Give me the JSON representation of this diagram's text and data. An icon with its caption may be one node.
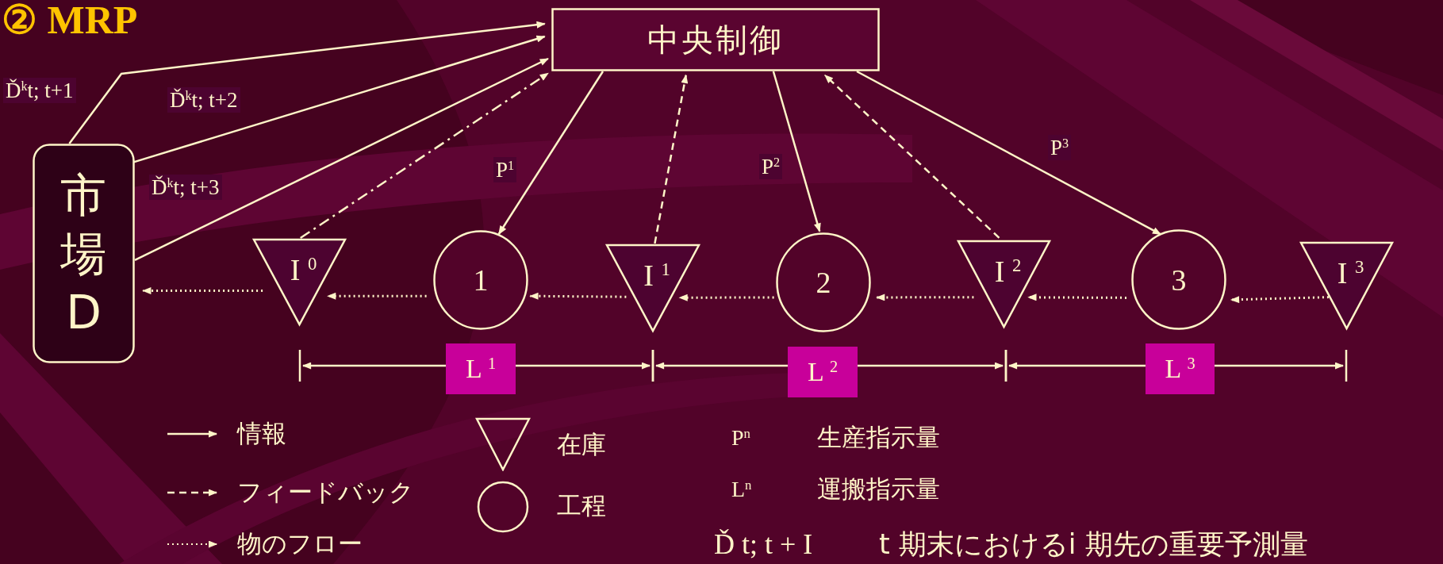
{
  "diagram": {
    "title": "② MRP",
    "nodes": [
      {
        "text": [
          "中央制御"
        ]
      },
      {
        "text": [
          "市場D"
        ]
      },
      {
        "text": [
          "I $^{0}$"
        ]
      },
      {
        "text": [
          "1"
        ]
      },
      {
        "text": [
          "I $^{1}$"
        ]
      },
      {
        "text": [
          "2"
        ]
      },
      {
        "text": [
          "I $^{2}$"
        ]
      },
      {
        "text": [
          "3"
        ]
      },
      {
        "text": [
          "I $^{3}$"
        ]
      },
      {
        "text": [
          "L $^{1}$"
        ]
      },
      {
        "text": [
          "L $^{2}$"
        ]
      },
      {
        "text": [
          "L $^{3}$"
        ]
      }
    ],
    "edges": [
      {
        "from": 1,
        "to": 0,
        "arrow": "to",
        "label": "Ď$^{k}$t; t+1"
      },
      {
        "from": 1,
        "to": 0,
        "arrow": "to",
        "label": "Ď$^{k}$t; t+2"
      },
      {
        "from": 1,
        "to": 0,
        "arrow": "to",
        "label": "Ď$^{k}$t; t+3"
      },
      {
        "from": 2,
        "to": 0,
        "arrow": "to",
        "style": "dashed"
      },
      {
        "from": 0,
        "to": 3,
        "arrow": "to",
        "label": "P$^{1}$"
      },
      {
        "from": 4,
        "to": 0,
        "arrow": "to",
        "style": "dashed"
      },
      {
        "from": 0,
        "to": 5,
        "arrow": "to",
        "label": "P$^{2}$"
      },
      {
        "from": 6,
        "to": 0,
        "arrow": "to",
        "style": "dashed"
      },
      {
        "from": 0,
        "to": 7,
        "arrow": "to",
        "label": "P$^{3}$"
      },
      {
        "from": 8,
        "to": 7,
        "arrow": "to",
        "style": "dashed"
      },
      {
        "from": 7,
        "to": 6,
        "arrow": "to",
        "style": "dashed"
      },
      {
        "from": 6,
        "to": 5,
        "arrow": "to",
        "style": "dashed"
      },
      {
        "from": 5,
        "to": 4,
        "arrow": "to",
        "style": "dashed"
      },
      {
        "from": 4,
        "to": 3,
        "arrow": "to",
        "style": "dashed"
      },
      {
        "from": 3,
        "to": 2,
        "arrow": "to",
        "style": "dashed"
      },
      {
        "from": 2,
        "to": 1,
        "arrow": "to",
        "style": "dashed"
      }
    ],
    "labels": [
      "P$^{n}$",
      "生産指示量",
      "L$^{n}$",
      "運搬指示量",
      "Ď t; t + I",
      "t 期末におけるi 期先の重要予測量"
    ],
    "legend": [
      {
        "text": "情報"
      },
      {
        "text": "フィードバック"
      },
      {
        "text": "物のフロー"
      },
      {
        "text": "在庫"
      },
      {
        "text": "工程"
      }
    ]
  }
}
